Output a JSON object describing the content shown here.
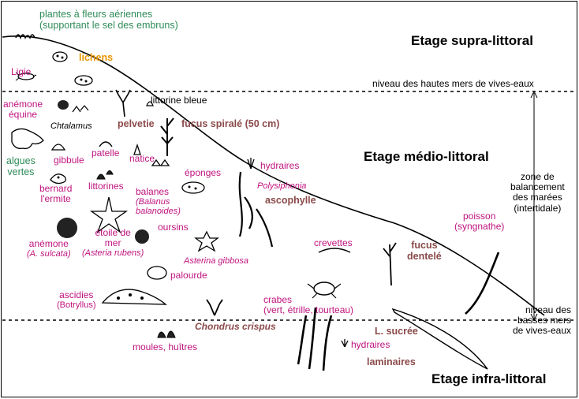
{
  "zones": {
    "supra": "Etage supra-littoral",
    "medio": "Etage médio-littoral",
    "infra": "Etage infra-littoral"
  },
  "levels": {
    "high_tide": "niveau des hautes mers de vives-eaux",
    "low_tide_1": "niveau des",
    "low_tide_2": "basses mers",
    "low_tide_3": "de vives-eaux",
    "tidal_zone_1": "zone de",
    "tidal_zone_2": "balancement",
    "tidal_zone_3": "des marées",
    "tidal_zone_4": "(intertidale)"
  },
  "labels": {
    "plantes_1": "plantes à fleurs aériennes",
    "plantes_2": "(supportant le sel des embruns)",
    "lichens": "lichens",
    "ligie": "Ligie",
    "anemone_equine_1": "anémone",
    "anemone_equine_2": "équine",
    "chtalamus": "Chtalamus",
    "algues_1": "algues",
    "algues_2": "vertes",
    "gibbule": "gibbule",
    "patelle": "patelle",
    "natice": "natice",
    "bernard_1": "bernard",
    "bernard_2": "l'ermite",
    "littorines": "littorines",
    "balanes": "balanes",
    "balanus_1": "(Balanus",
    "balanus_2": "balanoides)",
    "eponges": "éponges",
    "littorine_bleue": "littorine bleue",
    "pelvetie": "pelvetie",
    "fucus_spirale": "fucus spiralé (50 cm)",
    "hydraires_top": "hydraires",
    "polysiphonia": "Polysiphonia",
    "ascophylle": "ascophylle",
    "anemone_sulcata_1": "anémone",
    "anemone_sulcata_2": "(A. sulcata)",
    "etoile_1": "étoile de",
    "etoile_2": "mer",
    "etoile_3": "(Asteria rubens)",
    "oursins": "oursins",
    "asterina": "Asterina gibbosa",
    "palourde": "palourde",
    "ascidies_1": "ascidies",
    "ascidies_2": "(Botryllus)",
    "chondrus": "Chondrus crispus",
    "moules": "moules, huîtres",
    "crevettes": "crevettes",
    "crabes_1": "crabes",
    "crabes_2": "(vert, étrille, tourteau)",
    "fucus_dentele_1": "fucus",
    "fucus_dentele_2": "dentelé",
    "poisson_1": "poisson",
    "poisson_2": "(syngnathe)",
    "sucree": "L. sucrée",
    "hydraires_bottom": "hydraires",
    "laminaires": "laminaires"
  },
  "colors": {
    "species": "#c0137f",
    "algae": "#8b4a4a",
    "plants": "#2e8b57",
    "lichens": "#e69500",
    "zone_text": "#000000"
  }
}
